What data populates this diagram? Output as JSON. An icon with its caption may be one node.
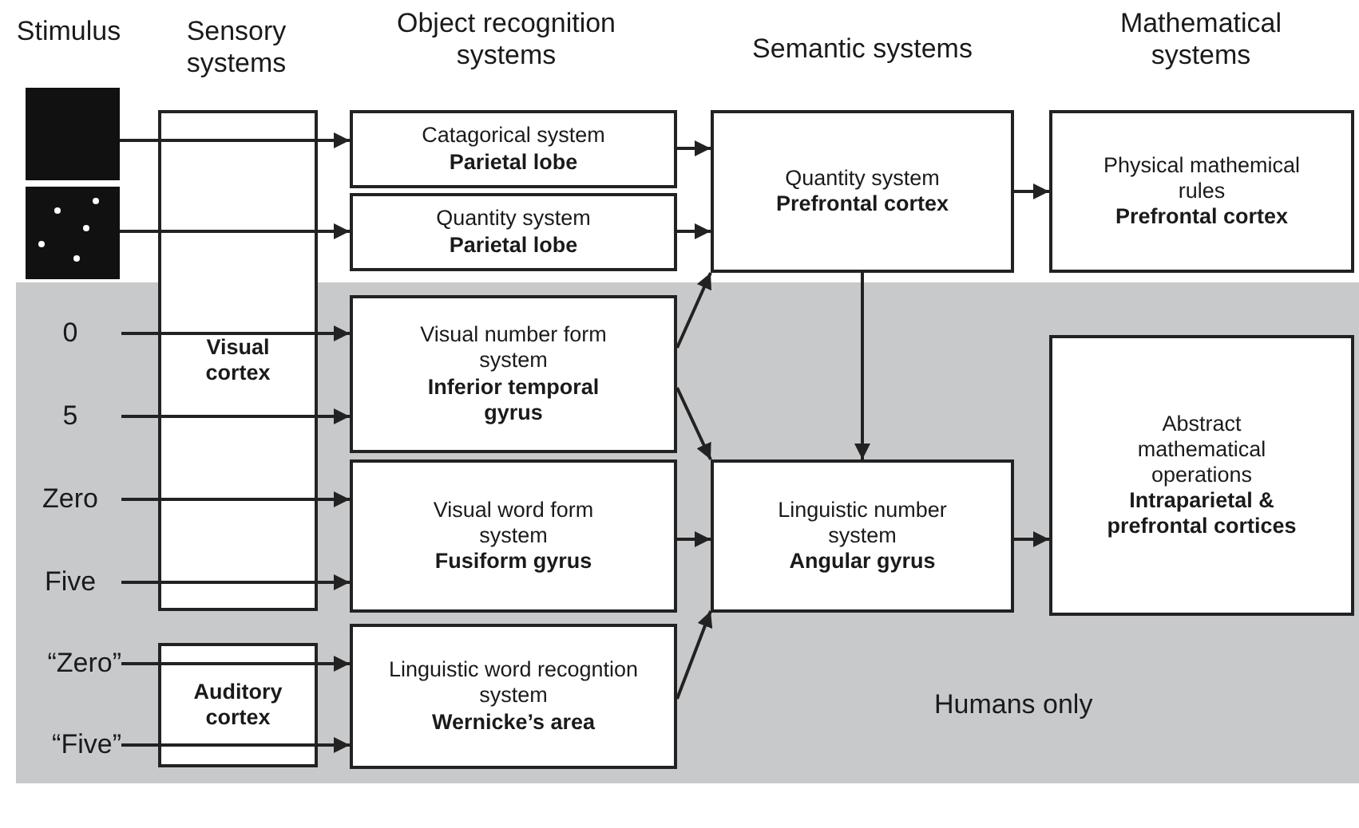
{
  "diagram": {
    "nodes": [
      {
        "text": [
          "Humans only"
        ]
      },
      {
        "text": [],
        "shape": "picture"
      },
      {
        "text": [],
        "shape": "picture"
      },
      {
        "text": [
          "0"
        ],
        "in": 0
      },
      {
        "text": [
          "5"
        ],
        "in": 0
      },
      {
        "text": [
          "Zero"
        ],
        "in": 0
      },
      {
        "text": [
          "Five"
        ],
        "in": 0
      },
      {
        "text": [
          "“Zero”"
        ],
        "in": 0
      },
      {
        "text": [
          "“Five”"
        ],
        "in": 0
      },
      {
        "text": [
          "Visual cortex"
        ]
      },
      {
        "text": [
          "Auditory cortex"
        ],
        "in": 0
      },
      {
        "text": [
          "Catagorical system",
          "Parietal lobe"
        ]
      },
      {
        "text": [
          "Quantity system",
          "Parietal lobe"
        ]
      },
      {
        "text": [
          "Visual number form system",
          "Inferior temporal gyrus"
        ],
        "in": 0
      },
      {
        "text": [
          "Visual word form system",
          "Fusiform gyrus"
        ],
        "in": 0
      },
      {
        "text": [
          "Linguistic word recogntion system",
          "Wernicke’s area"
        ],
        "in": 0
      },
      {
        "text": [
          "Quantity system",
          "Prefrontal cortex"
        ]
      },
      {
        "text": [
          "Linguistic number system",
          "Angular gyrus"
        ],
        "in": 0
      },
      {
        "text": [
          "Physical mathemical rules",
          "Prefrontal cortex"
        ]
      },
      {
        "text": [
          "Abstract mathematical operations",
          "Intraparietal & prefrontal cortices"
        ],
        "in": 0
      }
    ],
    "edges": [
      {
        "from": 1,
        "to": 9,
        "arrow": "none"
      },
      {
        "from": 9,
        "to": 11,
        "arrow": "to"
      },
      {
        "from": 2,
        "to": 9,
        "arrow": "none"
      },
      {
        "from": 9,
        "to": 12,
        "arrow": "to"
      },
      {
        "from": 3,
        "to": 9,
        "arrow": "none"
      },
      {
        "from": 9,
        "to": 13,
        "arrow": "to"
      },
      {
        "from": 4,
        "to": 9,
        "arrow": "none"
      },
      {
        "from": 9,
        "to": 13,
        "arrow": "to"
      },
      {
        "from": 5,
        "to": 9,
        "arrow": "none"
      },
      {
        "from": 9,
        "to": 14,
        "arrow": "to"
      },
      {
        "from": 6,
        "to": 9,
        "arrow": "none"
      },
      {
        "from": 9,
        "to": 14,
        "arrow": "to"
      },
      {
        "from": 7,
        "to": 10,
        "arrow": "none"
      },
      {
        "from": 10,
        "to": 15,
        "arrow": "to"
      },
      {
        "from": 8,
        "to": 10,
        "arrow": "none"
      },
      {
        "from": 10,
        "to": 15,
        "arrow": "to"
      },
      {
        "from": 11,
        "to": 16,
        "arrow": "to"
      },
      {
        "from": 12,
        "to": 16,
        "arrow": "to"
      },
      {
        "from": 13,
        "to": 16,
        "arrow": "to"
      },
      {
        "from": 13,
        "to": 17,
        "arrow": "to"
      },
      {
        "from": 14,
        "to": 17,
        "arrow": "to"
      },
      {
        "from": 15,
        "to": 17,
        "arrow": "to"
      },
      {
        "from": 16,
        "to": 17,
        "arrow": "to"
      },
      {
        "from": 16,
        "to": 18,
        "arrow": "to"
      },
      {
        "from": 17,
        "to": 19,
        "arrow": "to"
      }
    ],
    "labels": [
      "Stimulus",
      "Sensory systems",
      "Object recognition systems",
      "Semantic systems",
      "Mathematical systems"
    ]
  }
}
